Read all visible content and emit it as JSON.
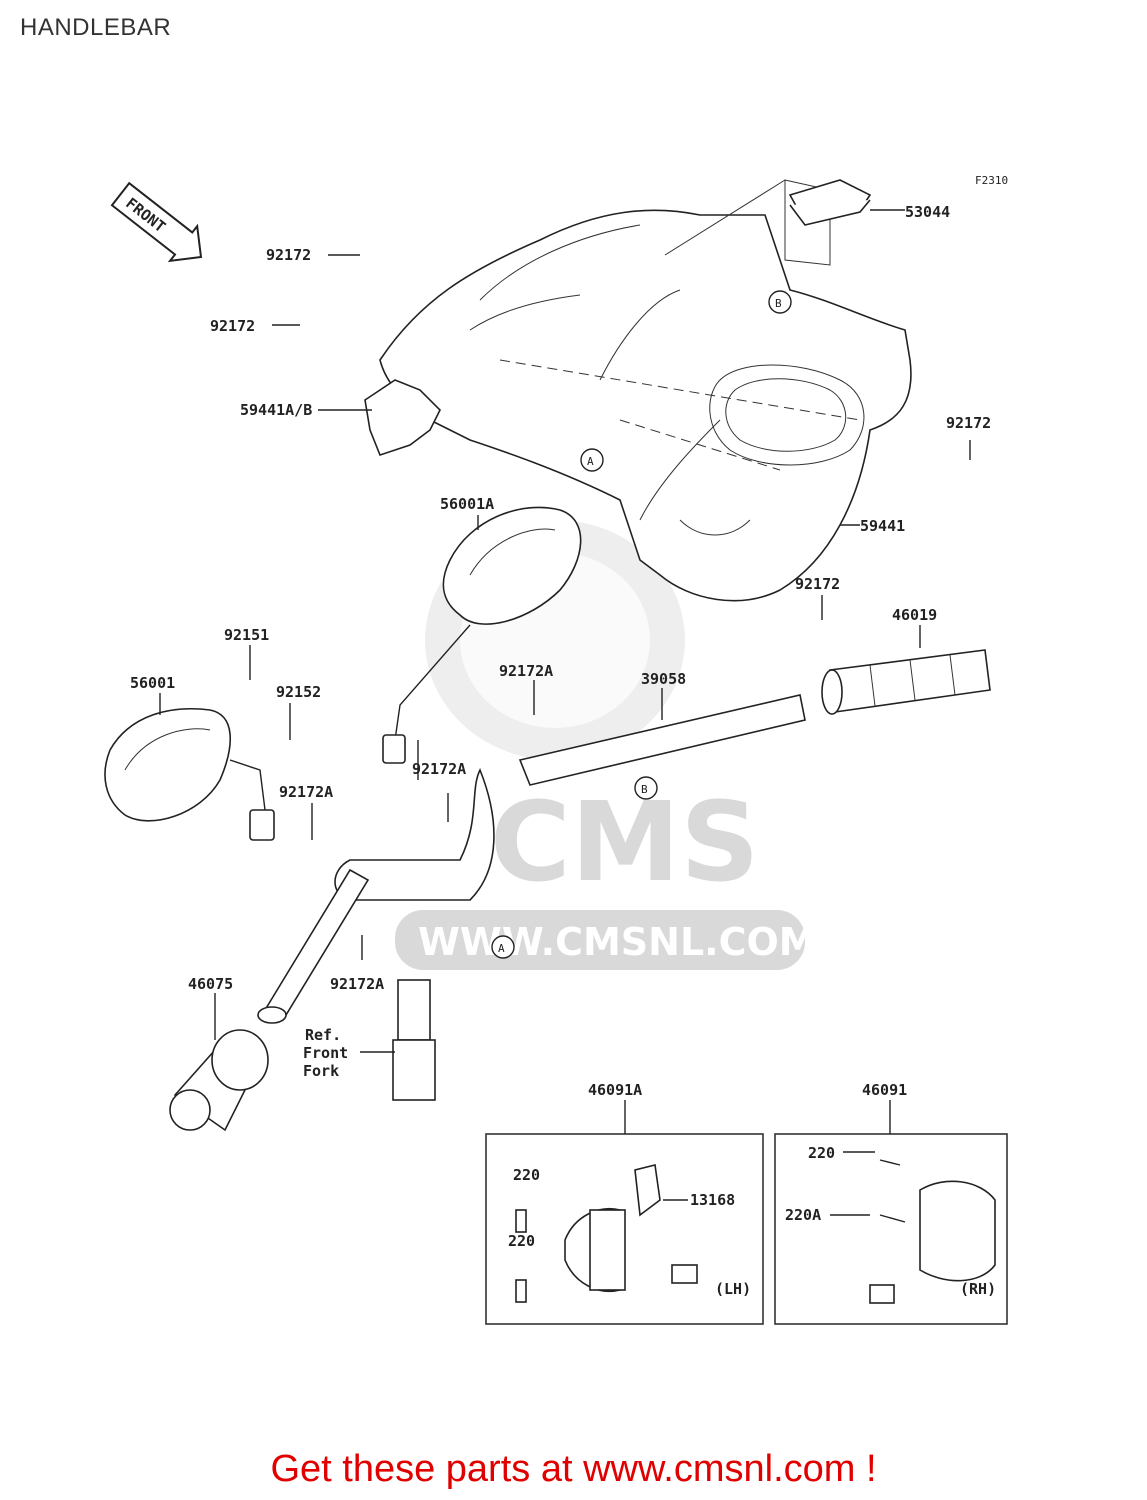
{
  "page_title": "HANDLEBAR",
  "footer_link": "Get these parts at www.cmsnl.com !",
  "figure_code": "F2310",
  "front_label": "FRONT",
  "watermark": {
    "brand": "CMS",
    "url": "WWW.CMSNL.COM"
  },
  "ref_text": [
    "Ref.",
    "Front",
    "Fork"
  ],
  "callouts": {
    "a": "A",
    "b": "B"
  },
  "insets": {
    "left_tag": "(LH)",
    "right_tag": "(RH)"
  },
  "parts": {
    "p53044": "53044",
    "p92172_a": "92172",
    "p92172_b": "92172",
    "p92172_c": "92172",
    "p92172_d": "92172",
    "p59441ab": "59441A/B",
    "p59441": "59441",
    "p56001a": "56001A",
    "p46019": "46019",
    "p92151": "92151",
    "p56001": "56001",
    "p92152": "92152",
    "p92172a_a": "92172A",
    "p39058": "39058",
    "p92172a_b": "92172A",
    "p92172a_c": "92172A",
    "p92172a_d": "92172A",
    "p46075": "46075",
    "p46091a": "46091A",
    "p46091": "46091",
    "p220_a": "220",
    "p220_b": "220",
    "p13168": "13168",
    "p220_c": "220",
    "p220a": "220A"
  },
  "colors": {
    "footer": "#e00000",
    "watermark": "#d9d9d9",
    "ink": "#222222"
  }
}
